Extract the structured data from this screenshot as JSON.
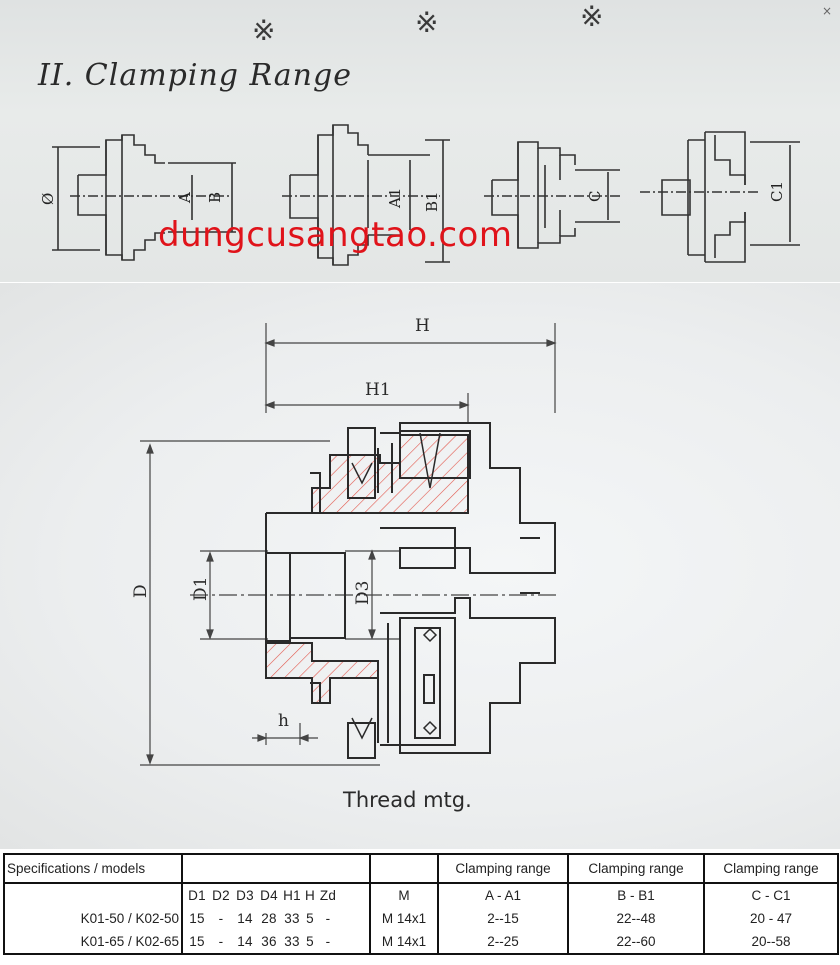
{
  "top_panel": {
    "marks": [
      "※",
      "※",
      "※"
    ],
    "title": "II.  Clamping Range",
    "dim_labels": [
      "Ø",
      "A",
      "B",
      "A1",
      "B1",
      "C",
      "C1"
    ],
    "watermark": "dungcusangtao.com",
    "close": "×"
  },
  "drawing": {
    "dim_labels": [
      "H",
      "H1",
      "D",
      "D1",
      "D3",
      "h"
    ],
    "caption": "Thread mtg."
  },
  "table": {
    "header": {
      "models": "Specifications / models",
      "col2": "",
      "col3": "",
      "range_ab": "Clamping range",
      "range_bb": "Clamping range",
      "range_cc": "Clamping range"
    },
    "subheader": {
      "dims": [
        "D1",
        "D2",
        "D3",
        "D4",
        "H1",
        "H",
        "Zd"
      ],
      "thread": "M",
      "range_ab": "A - A1",
      "range_bb": "B - B1",
      "range_cc": "C - C1"
    },
    "rows": [
      {
        "model": "K01-50 / K02-50",
        "dims": [
          "15",
          "-",
          "14",
          "28",
          "33",
          "5",
          "-"
        ],
        "thread": "M 14x1",
        "range_ab": "2--15",
        "range_bb": "22--48",
        "range_cc": "20 - 47"
      },
      {
        "model": "K01-65 / K02-65",
        "dims": [
          "15",
          "-",
          "14",
          "36",
          "33",
          "5",
          "-"
        ],
        "thread": "M 14x1",
        "range_ab": "2--25",
        "range_bb": "22--60",
        "range_cc": "20--58"
      }
    ]
  }
}
